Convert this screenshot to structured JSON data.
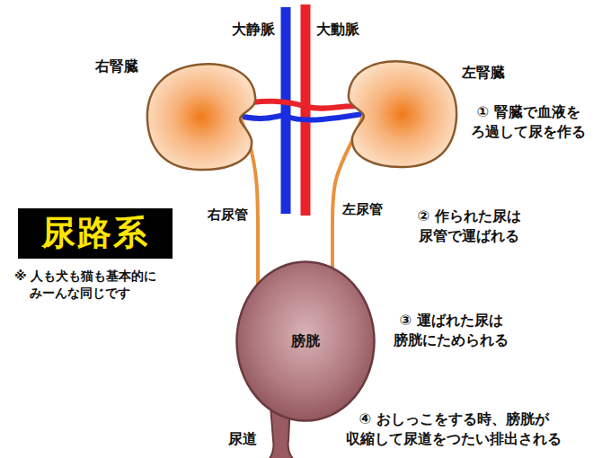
{
  "diagram": {
    "title": "尿路系",
    "nodes": [
      {
        "text": [
          "右腎臓"
        ]
      },
      {
        "text": [
          "左腎臓"
        ]
      },
      {
        "text": [
          "膀胱"
        ]
      }
    ],
    "edges": [
      {
        "from": 0,
        "to": 2,
        "arrow": "none",
        "label": "右尿管"
      },
      {
        "from": 1,
        "to": 2,
        "arrow": "none",
        "label": "左尿管"
      }
    ],
    "labels": [
      "大静脈",
      "大動脈",
      "① 腎臓で血液を ろ過して尿を作る",
      "② 作られた尿は 尿管で運ばれる",
      "③ 運ばれた尿は 膀胱にためられる",
      "④ おしっこをする時、膀胱が 収縮して尿道をつたい排出される",
      "※ 人も犬も猫も基本的に みーんな同じです",
      "尿道"
    ]
  }
}
